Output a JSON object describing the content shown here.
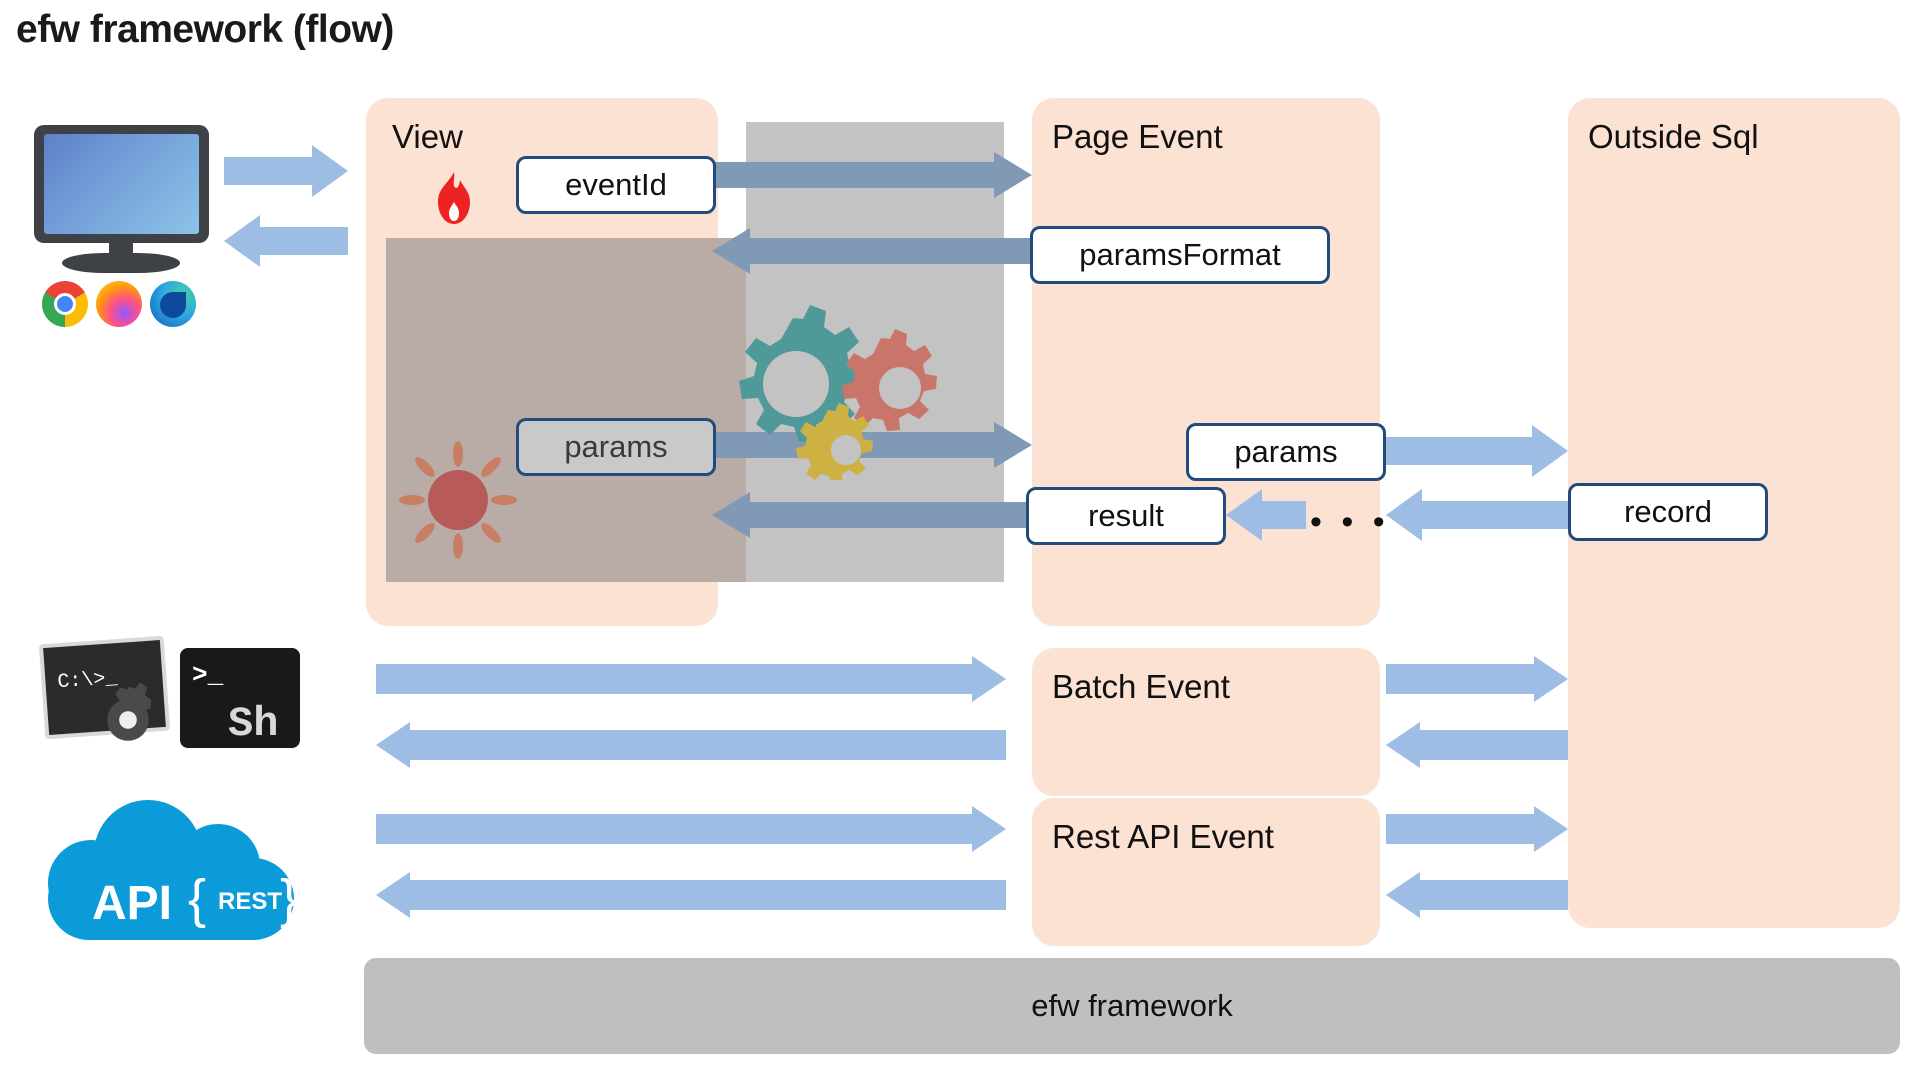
{
  "page": {
    "title": "efw framework (flow)"
  },
  "colors": {
    "panel_peach": "#fbe2d3",
    "arrow_blue": "#9dbde4",
    "arrow_slate": "#8099b5",
    "gray_overlay": "#c3c3c3",
    "gray_inner": "#b9aba6",
    "framework_bar": "#bfbfbf",
    "chip_border": "#224b7d",
    "gear_teal": "#4f9a99",
    "gear_red": "#c9756a",
    "gear_yellow": "#cdb243",
    "sun_red": "#b85a5a",
    "flame_red": "#ee2222",
    "cloud_blue": "#0a9bd8"
  },
  "panels": {
    "view": {
      "label": "View"
    },
    "page_event": {
      "label": "Page Event"
    },
    "outside_sql": {
      "label": "Outside Sql"
    },
    "batch_event": {
      "label": "Batch Event"
    },
    "rest_api_event": {
      "label": "Rest API Event"
    },
    "framework": {
      "label": "efw framework"
    }
  },
  "chips": {
    "event_id": "eventId",
    "params_view": "params",
    "params_format": "paramsFormat",
    "params_sql": "params",
    "result": "result",
    "record": "record"
  },
  "misc": {
    "ellipsis": "• • •"
  },
  "icons": {
    "monitor": "monitor-icon",
    "chrome": "chrome-browser-icon",
    "firefox": "firefox-browser-icon",
    "edge": "edge-browser-icon",
    "flame": "🔥",
    "sun": "sun-icon",
    "gears": "gears-icon",
    "cmd": "cmd-console-icon",
    "shell": "shell-console-icon",
    "api_cloud": "api-rest-cloud-icon"
  },
  "api_cloud": {
    "main": "API",
    "brace_open": "{",
    "sub": "REST",
    "brace_close": "}"
  },
  "console": {
    "cmd_text": "C:\\>_",
    "sh_prompt": ">_",
    "sh_label": "Sh"
  }
}
